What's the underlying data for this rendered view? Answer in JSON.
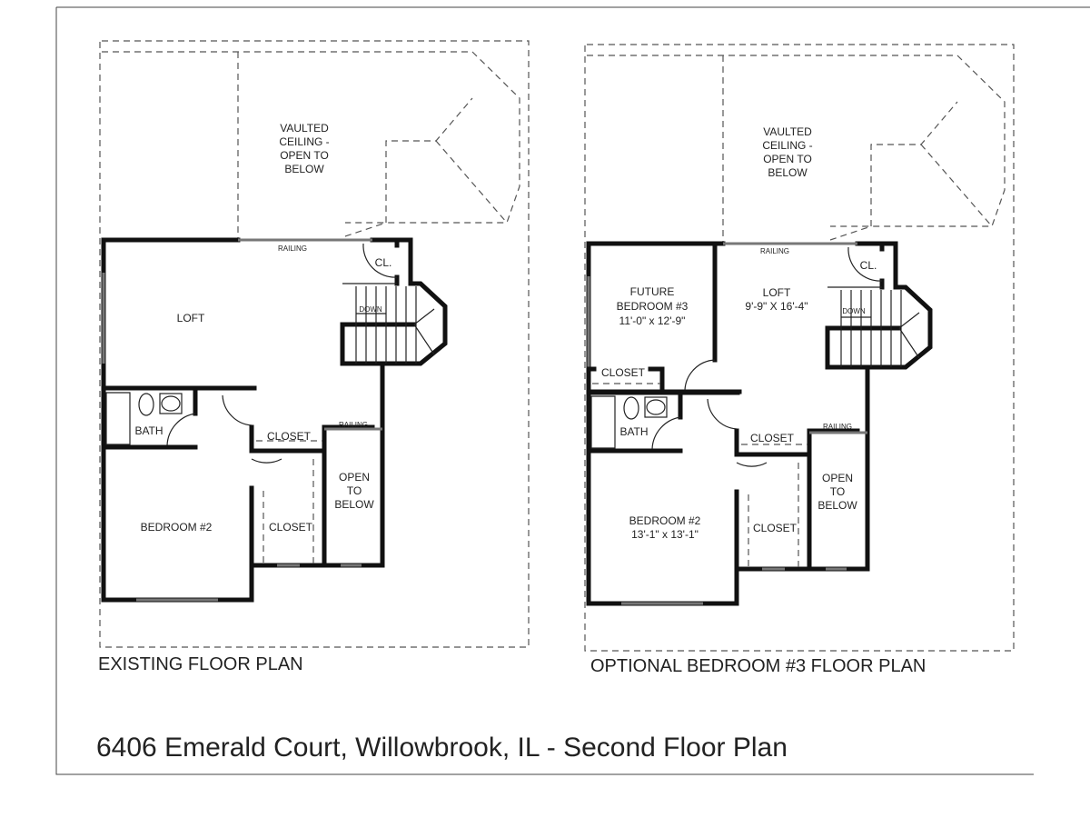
{
  "existing": {
    "caption": "EXISTING FLOOR PLAN",
    "vaulted": [
      "VAULTED",
      "CEILING -",
      "OPEN TO",
      "BELOW"
    ],
    "railing_top": "RAILING",
    "railing_mid": "RAILING",
    "closet_small": "CL.",
    "down": "DOWN",
    "loft": "LOFT",
    "bath": "BATH",
    "closet_hall": "CLOSET",
    "closet_bed": "CLOSET",
    "open_below": [
      "OPEN",
      "TO",
      "BELOW"
    ],
    "bedroom2": "BEDROOM #2"
  },
  "optional": {
    "caption": "OPTIONAL BEDROOM #3 FLOOR PLAN",
    "vaulted": [
      "VAULTED",
      "CEILING -",
      "OPEN TO",
      "BELOW"
    ],
    "railing_top": "RAILING",
    "railing_mid": "RAILING",
    "closet_small": "CL.",
    "down": "DOWN",
    "loft": "LOFT",
    "loft_dims": "9'-9\" X 16'-4\"",
    "future_bedroom": [
      "FUTURE",
      "BEDROOM #3",
      "11'-0\" x 12'-9\""
    ],
    "closet_bed3": "CLOSET",
    "bath": "BATH",
    "closet_hall": "CLOSET",
    "closet_bed": "CLOSET",
    "open_below": [
      "OPEN",
      "TO",
      "BELOW"
    ],
    "bedroom2": "BEDROOM #2",
    "bedroom2_dims": "13'-1\" x 13'-1\""
  },
  "footer": {
    "address": "6406 Emerald Court, Willowbrook, IL - Second Floor Plan"
  }
}
